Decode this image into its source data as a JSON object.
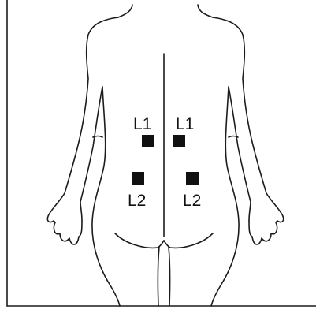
{
  "colors": {
    "outline": "#1c1c1c",
    "electrode": "#111111",
    "background": "#ffffff"
  },
  "electrodes": [
    {
      "label": "L1",
      "side": "left",
      "level": "upper"
    },
    {
      "label": "L1",
      "side": "right",
      "level": "upper"
    },
    {
      "label": "L2",
      "side": "left",
      "level": "lower"
    },
    {
      "label": "L2",
      "side": "right",
      "level": "lower"
    }
  ]
}
